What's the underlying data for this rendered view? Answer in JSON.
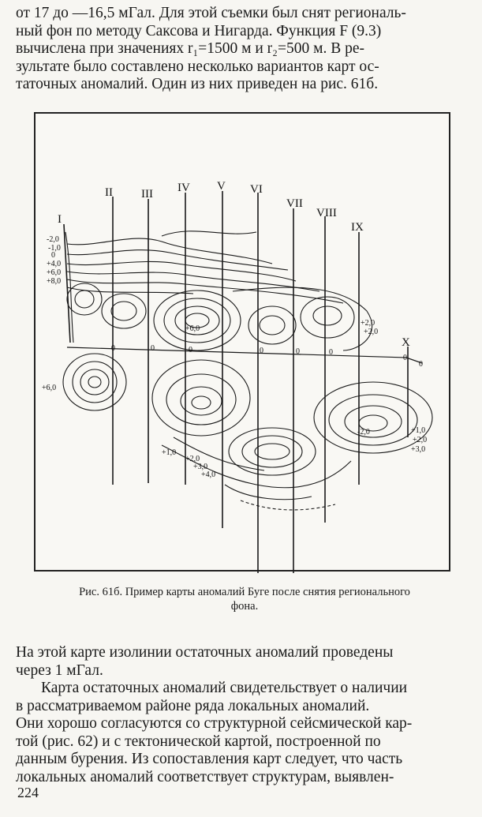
{
  "top_paragraph": [
    "от 17 до —16,5 мГал. Для этой съемки был снят региональ-",
    "ный фон по методу Саксова и Нигарда. Функция F (9.3)",
    "вычислена при значениях r₁=1500 м и r₂=500 м. В ре-",
    "зультате было составлено несколько вариантов карт ос-",
    "таточных аномалий. Один из них приведен на рис. 61б."
  ],
  "figure": {
    "profile_labels": [
      "I",
      "II",
      "III",
      "IV",
      "V",
      "VI",
      "VII",
      "VIII",
      "IX",
      "X"
    ],
    "left_values": [
      "-2,0",
      "-1,0",
      "0",
      "+4,0",
      "+6,0",
      "+8,0"
    ],
    "center_value_1": "+6,0",
    "center_value_2": "+6,0",
    "right_values_upper": [
      "+2,0",
      "+2,0"
    ],
    "zero_label": "0",
    "minus_value": "-2,0",
    "lower_values": [
      "+1,0",
      "+2,0",
      "+3,0",
      "+4,0"
    ],
    "right_values_lower": [
      "+1,0",
      "+2,0",
      "+3,0"
    ]
  },
  "caption": [
    "Рис. 61б. Пример карты аномалий Буге после снятия регионального",
    "фона."
  ],
  "bottom_paragraph_1": [
    "На этой карте изолинии остаточных аномалий проведены",
    "через 1 мГал."
  ],
  "bottom_paragraph_2": [
    "Карта остаточных аномалий свидетельствует о наличии",
    "в рассматриваемом районе ряда локальных аномалий.",
    "Они хорошо согласуются со структурной сейсмической кар-",
    "той (рис. 62) и с тектонической картой, построенной по",
    "данным бурения. Из сопоставления карт следует, что часть",
    "локальных аномалий соответствует структурам, выявлен-"
  ],
  "page_number": "224"
}
